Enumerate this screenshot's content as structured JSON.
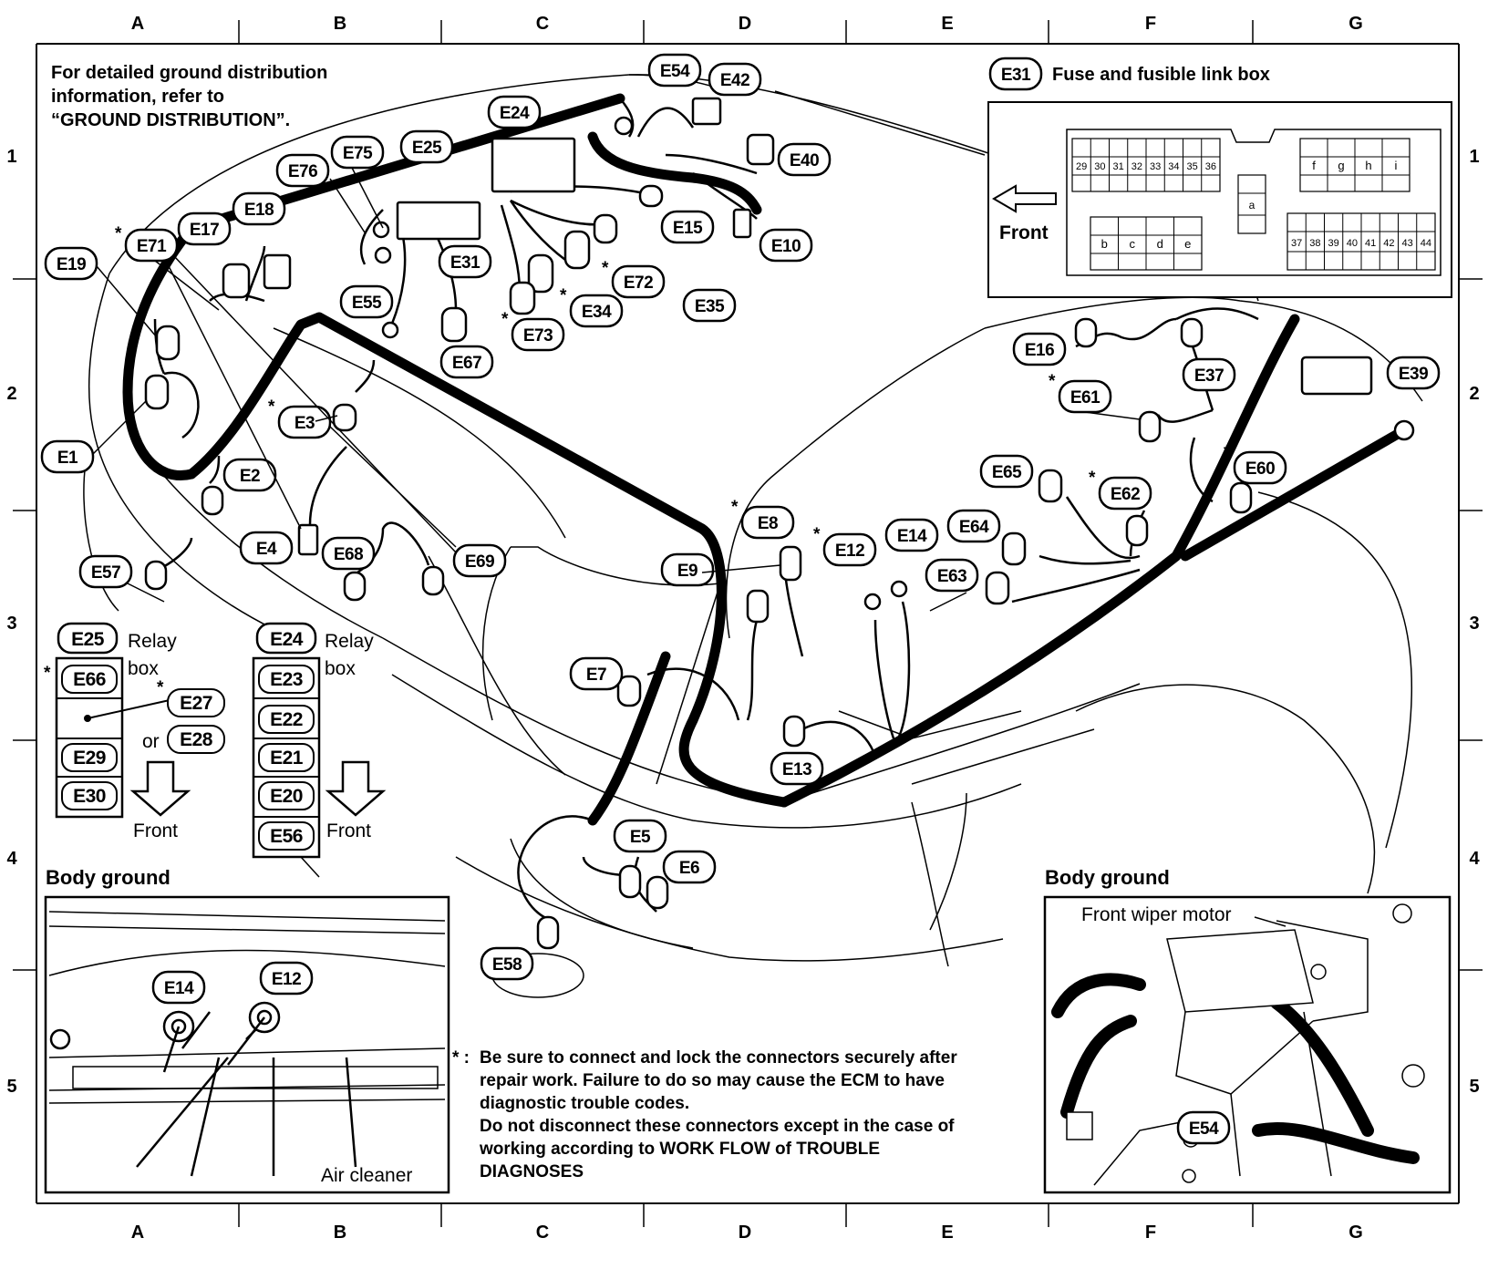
{
  "grid": {
    "columns": [
      "A",
      "B",
      "C",
      "D",
      "E",
      "F",
      "G"
    ],
    "rows": [
      "1",
      "2",
      "3",
      "4",
      "5"
    ]
  },
  "notes": {
    "ground_line1": "For detailed ground distribution",
    "ground_line2": "information, refer to",
    "ground_line3": "“GROUND DISTRIBUTION”.",
    "asterisk": "*",
    "caution_marker": "* :",
    "caution_line1": "Be sure to connect and lock the connectors securely after",
    "caution_line2": "repair work. Failure to do so may cause the ECM to have",
    "caution_line3": "diagnostic trouble codes.",
    "caution_line4": "Do not disconnect these connectors except in the case of",
    "caution_line5": "working according to WORK FLOW of TROUBLE",
    "caution_line6": "DIAGNOSES"
  },
  "fuse_box": {
    "tag": "E31",
    "title": "Fuse and fusible link box",
    "front_label": "Front",
    "top_left_fuses": [
      "29",
      "30",
      "31",
      "32",
      "33",
      "34",
      "35",
      "36"
    ],
    "bottom_left_fuses": [
      "b",
      "c",
      "d",
      "e"
    ],
    "center_fuse": "a",
    "top_right_fuses": [
      "f",
      "g",
      "h",
      "i"
    ],
    "bottom_right_fuses": [
      "37",
      "38",
      "39",
      "40",
      "41",
      "42",
      "43",
      "44"
    ]
  },
  "relay_box_left": {
    "tag": "E25",
    "title_line1": "Relay",
    "title_line2": "box",
    "e66": "E66",
    "e27": "E27",
    "or_label": "or",
    "e28": "E28",
    "e29": "E29",
    "e30": "E30",
    "front_label": "Front"
  },
  "relay_box_right": {
    "tag": "E24",
    "title_line1": "Relay",
    "title_line2": "box",
    "e23": "E23",
    "e22": "E22",
    "e21": "E21",
    "e20": "E20",
    "e56": "E56",
    "front_label": "Front"
  },
  "connectors": {
    "E54": "E54",
    "E42": "E42",
    "E24": "E24",
    "E25": "E25",
    "E75": "E75",
    "E76": "E76",
    "E40": "E40",
    "E18": "E18",
    "E17": "E17",
    "E71": "E71",
    "E15": "E15",
    "E10": "E10",
    "E19": "E19",
    "E31": "E31",
    "E72": "E72",
    "E35": "E35",
    "E55": "E55",
    "E34": "E34",
    "E73": "E73",
    "E67": "E67",
    "E16": "E16",
    "E37": "E37",
    "E39": "E39",
    "E61": "E61",
    "E3": "E3",
    "E1": "E1",
    "E2": "E2",
    "E65": "E65",
    "E60": "E60",
    "E62": "E62",
    "E8": "E8",
    "E64": "E64",
    "E14": "E14",
    "E12": "E12",
    "E4": "E4",
    "E68": "E68",
    "E69": "E69",
    "E57": "E57",
    "E9": "E9",
    "E63": "E63",
    "E7": "E7",
    "E13": "E13",
    "E5": "E5",
    "E6": "E6",
    "E58": "E58"
  },
  "body_ground_left": {
    "title": "Body ground",
    "e14": "E14",
    "e12": "E12",
    "air_cleaner": "Air cleaner"
  },
  "body_ground_right": {
    "title": "Body ground",
    "wiper_label": "Front wiper motor",
    "e54": "E54"
  }
}
